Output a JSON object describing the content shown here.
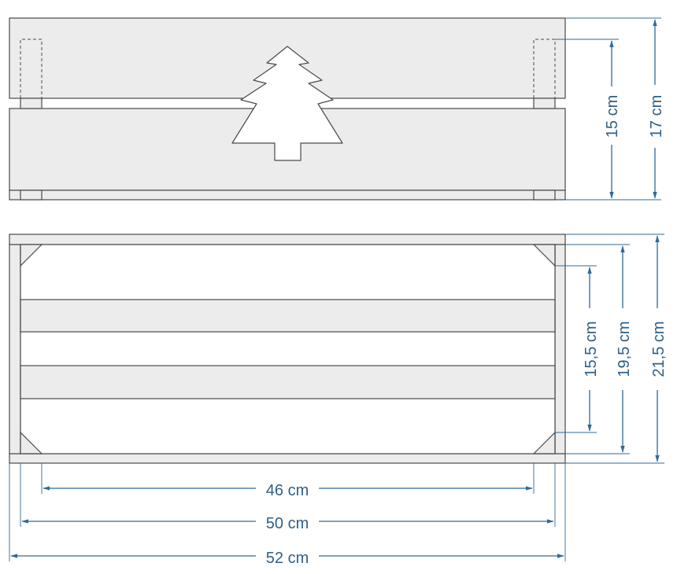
{
  "colors": {
    "dimension": "#2f6a96",
    "dimension_text": "#2f5f86",
    "wood": "#ececec",
    "outline": "#4a4a4a"
  },
  "icons": {
    "cutout": "christmas-tree-icon"
  },
  "front_view": {
    "heights": [
      {
        "id": "inner-height",
        "label": "15 cm"
      },
      {
        "id": "total-height",
        "label": "17 cm"
      }
    ]
  },
  "top_view": {
    "depths": [
      {
        "id": "inner-depth",
        "label": "15,5 cm"
      },
      {
        "id": "middle-depth",
        "label": "19,5 cm"
      },
      {
        "id": "total-depth",
        "label": "21,5 cm"
      }
    ],
    "widths": [
      {
        "id": "inner-width",
        "label": "46 cm"
      },
      {
        "id": "middle-width",
        "label": "50 cm"
      },
      {
        "id": "total-width",
        "label": "52 cm"
      }
    ]
  }
}
